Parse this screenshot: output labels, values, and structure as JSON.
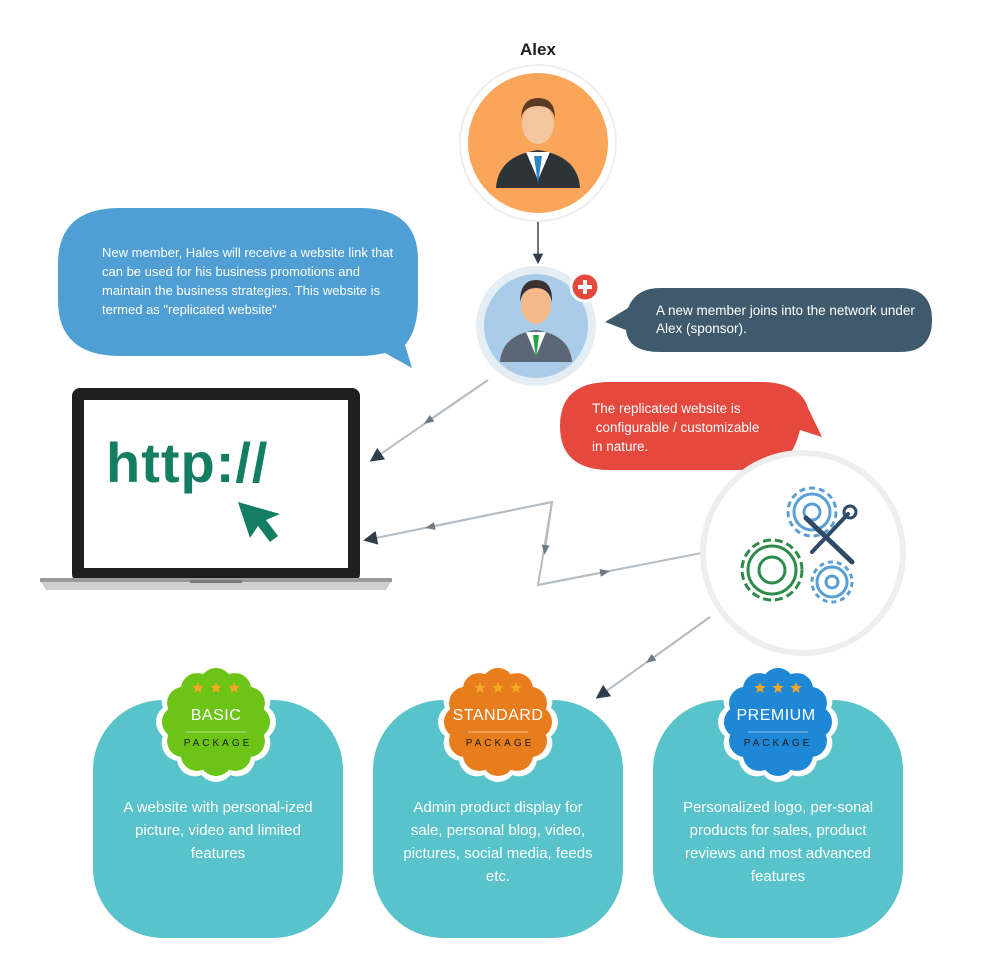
{
  "sponsor": {
    "name": "Alex"
  },
  "new_member_callout": "A new member joins into the network under Alex (sponsor).",
  "website_callout": "New member, Hales will receive a website link that can be used for his business promotions and maintain the business strategies. This website is termed as \"replicated website\"",
  "config_callout": "The replicated website is\n configurable / customizable\nin nature.",
  "laptop_screen_text": "http://",
  "packages": [
    {
      "name": "BASIC",
      "sub": "PACKAGE",
      "stars": 3,
      "badge_color": "#6cc417",
      "description": "A website with personal-ized picture, video and limited features"
    },
    {
      "name": "STANDARD",
      "sub": "PACKAGE",
      "stars": 3,
      "badge_color": "#e87d1e",
      "description": "Admin product display for sale, personal blog, video, pictures, social media, feeds etc."
    },
    {
      "name": "PREMIUM",
      "sub": "PACKAGE",
      "stars": 3,
      "badge_color": "#1e87d6",
      "description": "Personalized logo, per-sonal products for sales, product reviews and most advanced features"
    }
  ],
  "colors": {
    "teal_card": "#58c3cb",
    "blue_bubble": "#4f9fd4",
    "dark_bubble": "#3e5a6c",
    "red_bubble": "#e5483d",
    "sponsor_circle": "#f9a55a",
    "member_circle": "#a9cde8",
    "http_green": "#137e64",
    "star": "#f5a623"
  },
  "icons": [
    "sponsor-avatar-icon",
    "new-member-avatar-icon",
    "add-member-icon",
    "cursor-arrow-icon",
    "gear-tools-icon",
    "star-icon"
  ]
}
